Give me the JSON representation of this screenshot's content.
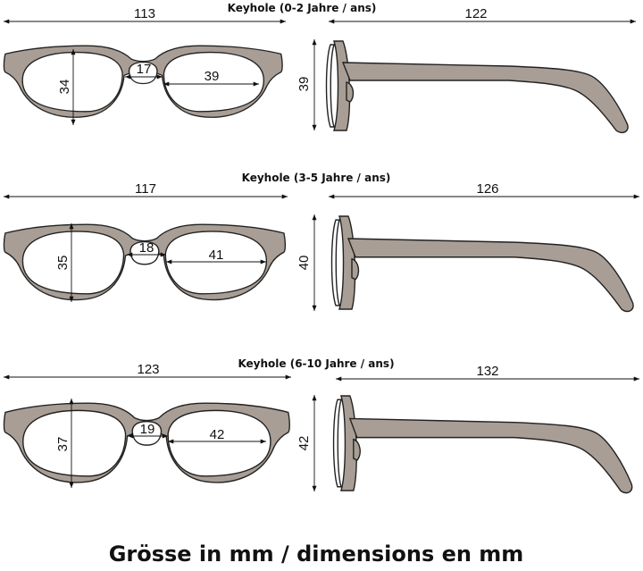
{
  "footer": "Grösse in mm / dimensions en mm",
  "diagrams": [
    {
      "title": "Keyhole (0-2 Jahre / ans)",
      "frame_width": "113",
      "lens_height": "34",
      "bridge": "17",
      "lens_width": "39",
      "temple_length": "122",
      "side_height": "39"
    },
    {
      "title": "Keyhole (3-5 Jahre / ans)",
      "frame_width": "117",
      "lens_height": "35",
      "bridge": "18",
      "lens_width": "41",
      "temple_length": "126",
      "side_height": "40"
    },
    {
      "title": "Keyhole (6-10 Jahre / ans)",
      "frame_width": "123",
      "lens_height": "37",
      "bridge": "19",
      "lens_width": "42",
      "temple_length": "132",
      "side_height": "42"
    }
  ],
  "colors": {
    "frame": "#a89e95",
    "outline": "#222222",
    "background": "#ffffff"
  }
}
